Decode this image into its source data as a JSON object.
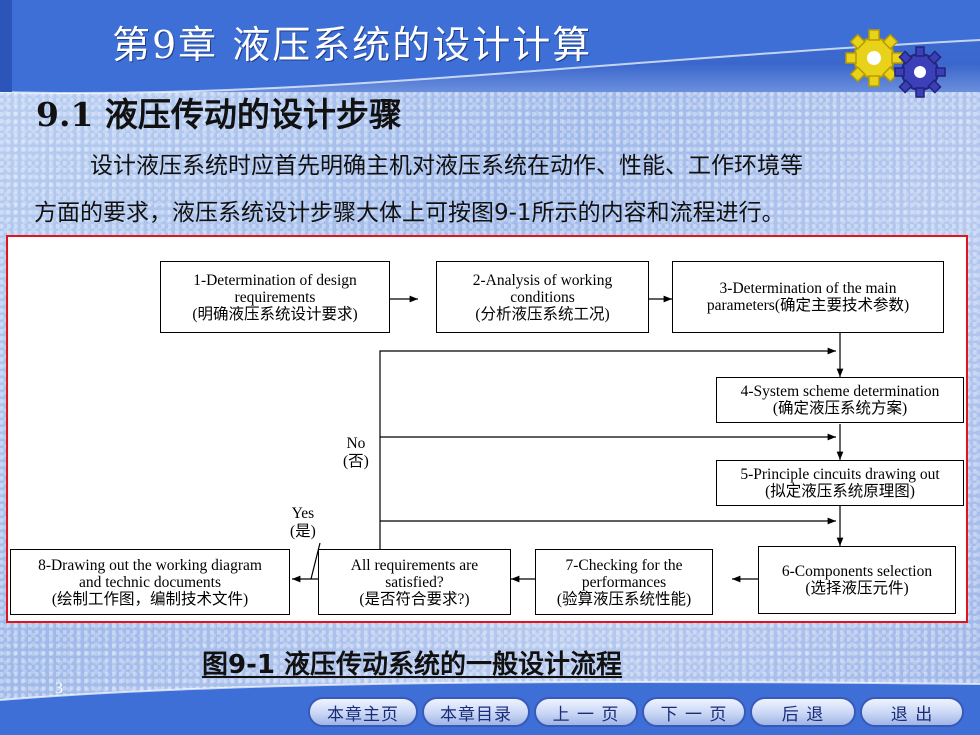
{
  "header": {
    "chapter_title": "第9章   液压系统的设计计算"
  },
  "section": {
    "title": "9.1 液压传动的设计步骤",
    "para1": "设计液压系统时应首先明确主机对液压系统在动作、性能、工作环境等",
    "para2": "方面的要求，液压系统设计步骤大体上可按图9-1所示的内容和流程进行。"
  },
  "diagram": {
    "box1": [
      "1-Determination of design",
      "requirements",
      "(明确液压系统设计要求)"
    ],
    "box2": [
      "2-Analysis of working",
      "conditions",
      "(分析液压系统工况)"
    ],
    "box3": [
      "3-Determination of the main",
      "parameters(确定主要技术参数)"
    ],
    "box4": [
      "4-System scheme determination",
      "(确定液压系统方案)"
    ],
    "box5": [
      "5-Principle cincuits drawing out",
      "(拟定液压系统原理图)"
    ],
    "box6": [
      "6-Components selection",
      "(选择液压元件)"
    ],
    "box7": [
      "7-Checking for the",
      "performances",
      "(验算液压系统性能)"
    ],
    "box_check": [
      "All requirements are",
      "satisfied?",
      "(是否符合要求?)"
    ],
    "box8": [
      "8-Drawing out the working diagram",
      "and technic documents",
      "(绘制工作图，编制技术文件)"
    ],
    "no_label": [
      "No",
      "(否)"
    ],
    "yes_label": [
      "Yes",
      "(是)"
    ]
  },
  "caption": "图9-1  液压传动系统的一般设计流程",
  "page_number": "3",
  "nav": {
    "home": "本章主页",
    "contents": "本章目录",
    "prev": "上 一 页",
    "next": "下 一 页",
    "back": "后  退",
    "exit": "退  出"
  },
  "colors": {
    "header": "#3d6fd6",
    "frame": "#e0141a",
    "nav_border": "#3a58b8"
  }
}
